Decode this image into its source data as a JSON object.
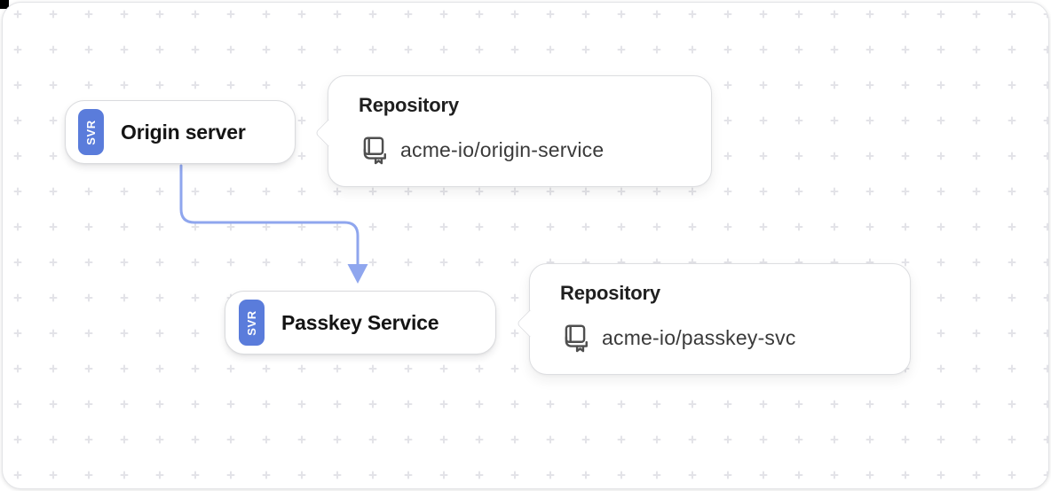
{
  "colors": {
    "badge_blue": "#5a7cdb",
    "badge_text": "#ffffff",
    "arrow_blue": "#8fa6ee",
    "node_border": "#dadbde",
    "callout_border": "#dddee1",
    "grid_plus": "#e3e3e8",
    "node_label_text": "#141414",
    "callout_title_text": "#1f1f1f",
    "repo_path_text": "#3a3a3a",
    "book_icon": "#4f4f4f"
  },
  "nodes": [
    {
      "badge": "SVR",
      "label": "Origin server",
      "callout": {
        "title": "Repository",
        "icon": "book-bookmark-icon",
        "path": "acme-io/origin-service"
      }
    },
    {
      "badge": "SVR",
      "label": "Passkey Service",
      "callout": {
        "title": "Repository",
        "icon": "book-bookmark-icon",
        "path": "acme-io/passkey-svc"
      }
    }
  ],
  "edges": [
    {
      "from": "Origin server",
      "to": "Passkey Service",
      "style": "elbow-arrow"
    }
  ]
}
